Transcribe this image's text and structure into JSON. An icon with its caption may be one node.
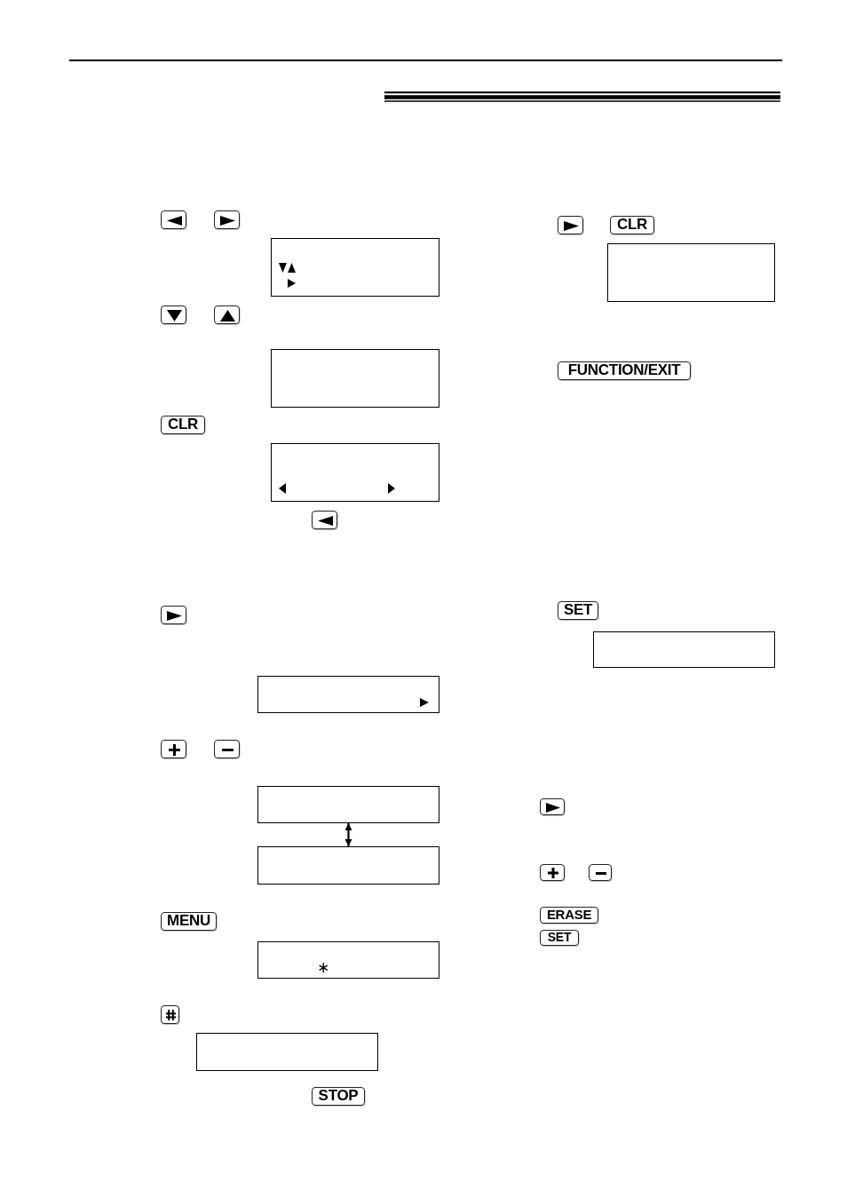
{
  "diagram": {
    "nodes": [
      {
        "text": [],
        "shape": "key"
      },
      {
        "text": [],
        "shape": "key"
      },
      {
        "text": [],
        "shape": "box"
      },
      {
        "text": [],
        "shape": "key"
      },
      {
        "text": [],
        "shape": "key"
      },
      {
        "text": [],
        "shape": "box"
      },
      {
        "text": [
          "CLR"
        ]
      },
      {
        "text": [],
        "shape": "box"
      },
      {
        "text": [],
        "shape": "key"
      },
      {
        "text": [],
        "shape": "key"
      },
      {
        "text": [],
        "shape": "box"
      },
      {
        "text": [],
        "shape": "key"
      },
      {
        "text": [],
        "shape": "key"
      },
      {
        "text": [],
        "shape": "box"
      },
      {
        "text": [],
        "shape": "box"
      },
      {
        "text": [
          "MENU"
        ]
      },
      {
        "text": [
          "∗"
        ]
      },
      {
        "text": [],
        "shape": "key"
      },
      {
        "text": [],
        "shape": "box"
      },
      {
        "text": [
          "STOP"
        ]
      },
      {
        "text": [],
        "shape": "key"
      },
      {
        "text": [
          "CLR"
        ]
      },
      {
        "text": [],
        "shape": "box"
      },
      {
        "text": [
          "FUNCTION/EXIT"
        ]
      },
      {
        "text": [
          "SET"
        ]
      },
      {
        "text": [],
        "shape": "box"
      },
      {
        "text": [],
        "shape": "key"
      },
      {
        "text": [],
        "shape": "key"
      },
      {
        "text": [],
        "shape": "key"
      },
      {
        "text": [
          "ERASE"
        ]
      },
      {
        "text": [
          "SET"
        ]
      }
    ],
    "edges": [
      {
        "from": 13,
        "to": 14,
        "arrow": "both"
      }
    ]
  }
}
